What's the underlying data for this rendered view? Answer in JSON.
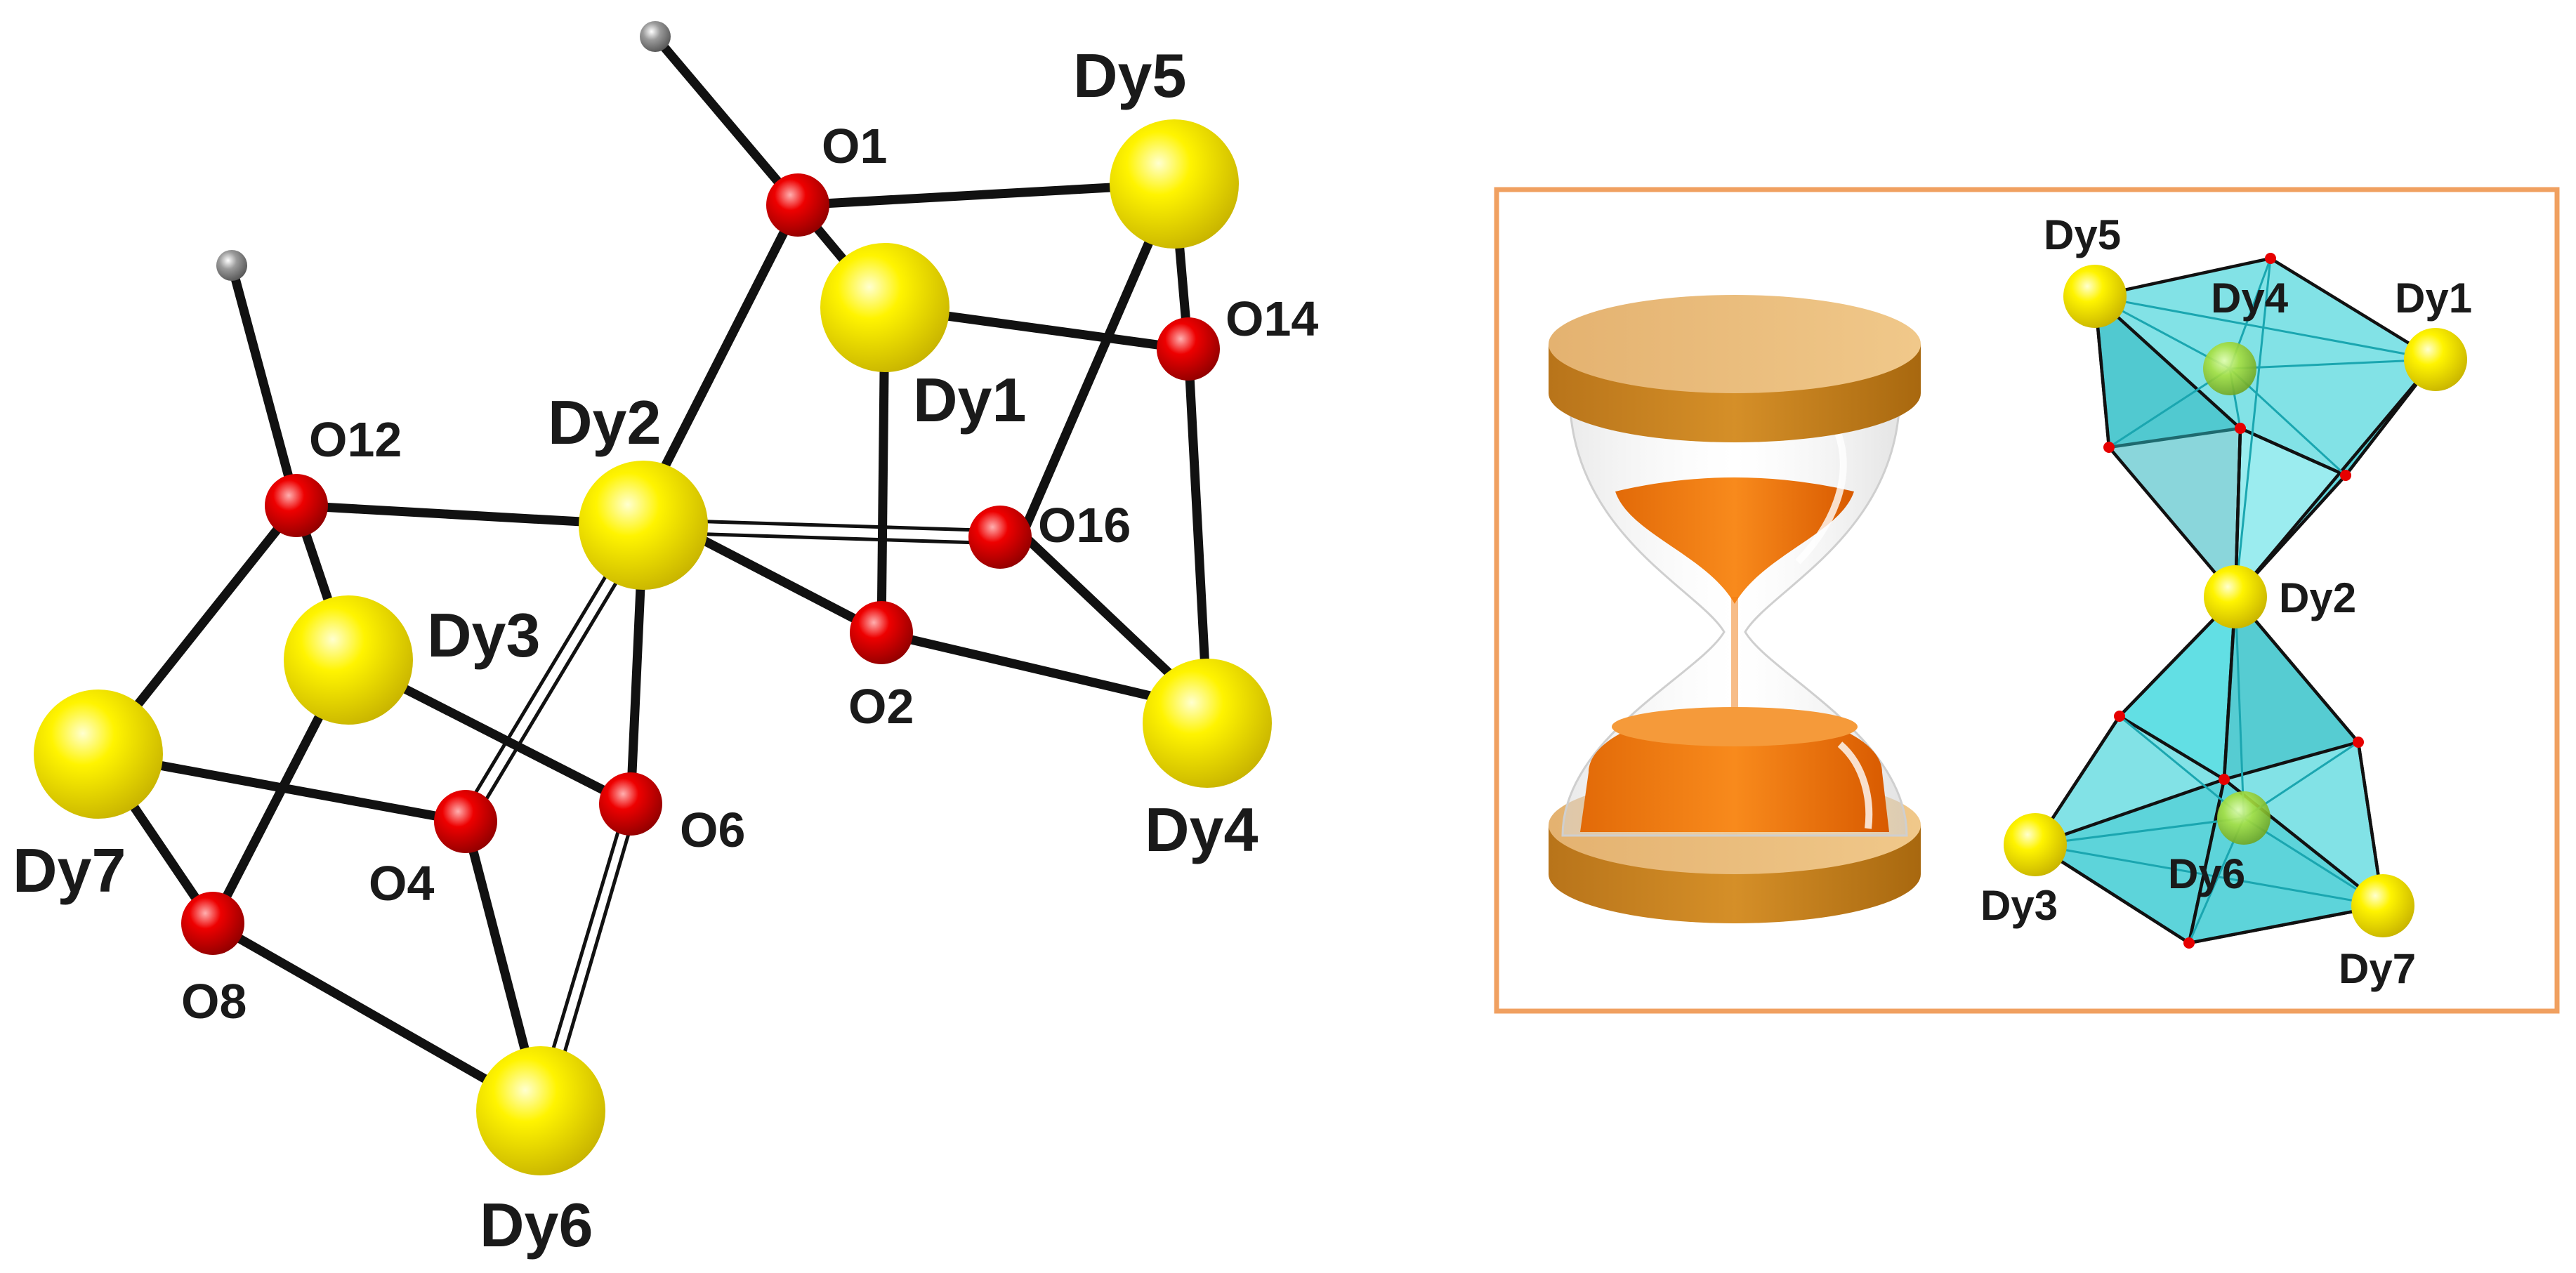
{
  "colors": {
    "dysprosium": "#f5f000",
    "oxygen": "#e60000",
    "hydrogen": "#8a8a8a",
    "polyhedron": "#3fd3d8",
    "frame": "#f0a060",
    "sand": "#f07a10",
    "cap": "#d9a050"
  },
  "left_structure": {
    "labels": {
      "dy1": "Dy1",
      "dy2": "Dy2",
      "dy3": "Dy3",
      "dy4": "Dy4",
      "dy5": "Dy5",
      "dy6": "Dy6",
      "dy7": "Dy7",
      "o1": "O1",
      "o2": "O2",
      "o4": "O4",
      "o6": "O6",
      "o8": "O8",
      "o12": "O12",
      "o14": "O14",
      "o16": "O16"
    }
  },
  "inset": {
    "hourglass_icon": "hourglass-icon",
    "labels": {
      "dy1": "Dy1",
      "dy2": "Dy2",
      "dy3": "Dy3",
      "dy4": "Dy4",
      "dy5": "Dy5",
      "dy6": "Dy6",
      "dy7": "Dy7"
    }
  }
}
